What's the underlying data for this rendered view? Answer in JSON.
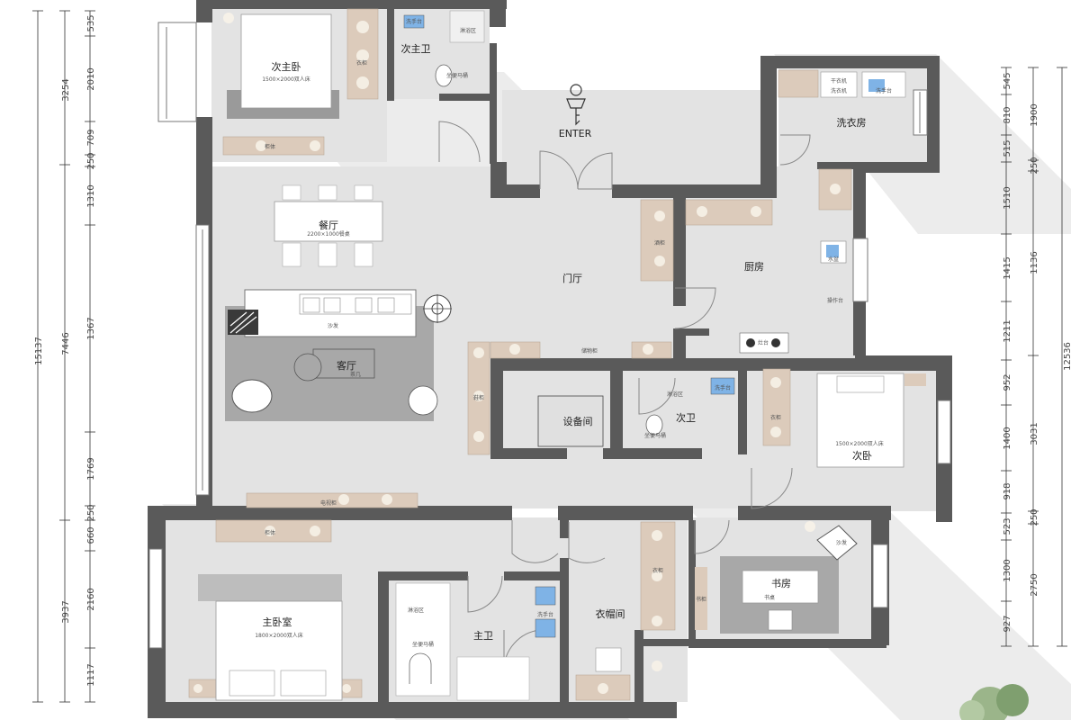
{
  "rooms": {
    "second_master_bedroom": "次主卧",
    "second_master_bath": "次主卫",
    "laundry": "洗衣房",
    "dining": "餐厅",
    "foyer": "门厅",
    "kitchen": "厨房",
    "living": "客厅",
    "equipment": "设备间",
    "guest_bath": "次卫",
    "second_bedroom": "次卧",
    "master_bedroom": "主卧室",
    "master_bath": "主卫",
    "walk_in_closet": "衣帽间",
    "study": "书房"
  },
  "entrance": {
    "label": "ENTER"
  },
  "furniture": {
    "bed_second_master": "1500×2000双人床",
    "wardrobe": "衣柜",
    "cabinet": "柜体",
    "wash_basin": "洗手台",
    "shower": "淋浴区",
    "toilet": "坐便马桶",
    "dining_table": "2200×1000餐桌",
    "sofa": "沙发",
    "coffee_table": "茶几",
    "washer": "洗衣机",
    "dryer": "干衣机",
    "sink": "水盆",
    "counter": "操作台",
    "pantry": "酒柜",
    "storage": "储物柜",
    "shoe_cabinet": "鞋柜",
    "shelf": "书柜",
    "bed_second": "1500×2000双人床",
    "bed_master": "1800×2000双人床",
    "study_desk": "书桌",
    "stove": "灶台",
    "tv_cabinet": "电视柜"
  },
  "dimensions": {
    "left_total": "15137",
    "left_mid": [
      "3254",
      "7446",
      "3937"
    ],
    "left_inner": [
      "535",
      "2010",
      "709",
      "250",
      "1310",
      "1367",
      "1769",
      "250",
      "660",
      "2160",
      "1117"
    ],
    "right_total": "12536",
    "right_mid": [
      "1900",
      "250",
      "1136",
      "3031",
      "250",
      "2750"
    ],
    "right_inner": [
      "545",
      "810",
      "515",
      "1510",
      "1415",
      "1211",
      "952",
      "1400",
      "918",
      "523",
      "1300",
      "927"
    ]
  },
  "colors": {
    "wall": "#595959",
    "floor": "#e6e6e6",
    "rug": "#a6a6a6",
    "cabinet": "#d8c8b8"
  }
}
